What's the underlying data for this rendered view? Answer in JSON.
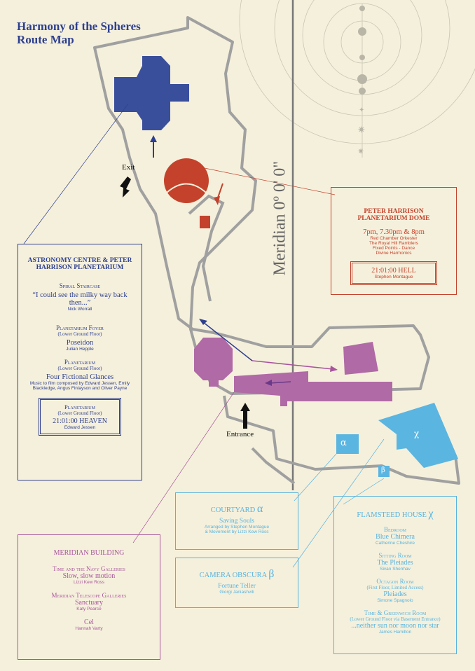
{
  "title": {
    "line1": "Harmony of the Spheres",
    "line2": "Route Map"
  },
  "meridian_label": "Meridian 0º 0' 0\"",
  "map_labels": {
    "exit": "Exit",
    "entrance": "Entrance",
    "alpha": "α",
    "beta": "β",
    "chi": "χ"
  },
  "colors": {
    "navy": "#2d3f8f",
    "red": "#c4422b",
    "pink": "#a8559c",
    "cyan": "#56b3df",
    "path": "#a0a0a0",
    "background": "#f5f0dc"
  },
  "planetarium_dome": {
    "title1": "PETER HARRISON",
    "title2": "PLANETARIUM DOME",
    "times": "7pm, 7.30pm & 8pm",
    "acts": [
      "Red Chamber Orkester",
      "The Royal Hill Ramblers",
      "Fixed Points - Dance",
      "Divine Harmonics"
    ],
    "feature": {
      "title": "21:01:00 HELL",
      "credit": "Stephen Montague"
    }
  },
  "astronomy_centre": {
    "title1": "ASTRONOMY CENTRE & PETER",
    "title2": "HARRISON PLANETARIUM",
    "items": [
      {
        "location": "Spiral Staircase",
        "note": "",
        "title": "“I could see the milky way back then...”",
        "credit": "Nick Worrall"
      },
      {
        "location": "Planetarium Foyer",
        "note": "(Lower Ground Floor)",
        "title": "Poseidon",
        "credit": "Julian Hepple"
      },
      {
        "location": "Planetarium",
        "note": "(Lower Ground Floor)",
        "title": "Four Fictional Glances",
        "credit": "Music to film composed by Edward Jessen, Emily Blackledge, Angus Finlayson and Oliver Payne"
      }
    ],
    "feature": {
      "location": "Planetarium",
      "note": "(Lower Ground Floor)",
      "title": "21:01:00 HEAVEN",
      "credit": "Edward Jessen"
    }
  },
  "courtyard": {
    "title": "COURTYARD",
    "symbol": "α",
    "work": "Saving Souls",
    "credit1": "Arranged by Stephen Montague",
    "credit2": "& Movement by Lizzi Kew Ross"
  },
  "camera_obscura": {
    "title": "CAMERA OBSCURA",
    "symbol": "β",
    "work": "Fortune Teller",
    "credit": "Giorgi Janiashvili"
  },
  "meridian_building": {
    "title": "MERIDIAN BUILDING",
    "items": [
      {
        "location": "Time and the Navy Galleries",
        "title": "Slow, slow motion",
        "credit": "Lizzi Kew Ross"
      },
      {
        "location": "Meridian Telescope Galleries",
        "title": "Sanctuary",
        "credit": "Katy Pearce"
      },
      {
        "location": "",
        "title": "Cel",
        "credit": "Hannah Varty"
      }
    ]
  },
  "flamsteed_house": {
    "title": "FLAMSTEED HOUSE",
    "symbol": "χ",
    "items": [
      {
        "location": "Bedroom",
        "note": "",
        "title": "Blue Chimera",
        "credit": "Catherine Cheshire"
      },
      {
        "location": "Sitting Room",
        "note": "",
        "title": "The Pleiades",
        "credit": "Sivan Shenhav"
      },
      {
        "location": "Octagon Room",
        "note": "(First Floor, Limited Access)",
        "title": "Pleiades",
        "credit": "Simone Spagnolo"
      },
      {
        "location": "Time & Greenwich Room",
        "note": "(Lower Ground Floor via Basement Entrance)",
        "title": "...neither sun nor moon nor star",
        "credit": "James Hamilton"
      }
    ]
  }
}
